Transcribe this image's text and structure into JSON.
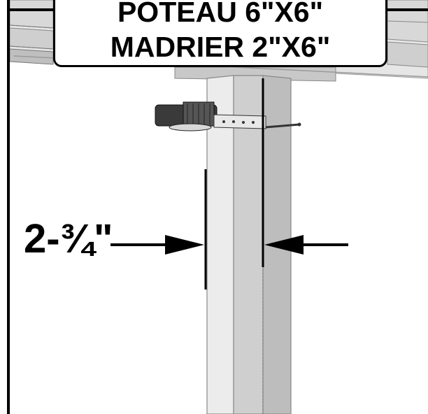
{
  "label": {
    "line1": "POTEAU 6\"X6\"",
    "line2": "MADRIER 2\"X6\""
  },
  "dimension": {
    "text": "2-¾\""
  },
  "colors": {
    "ink": "#000000",
    "post_light": "#ececec",
    "post_mid": "#cfcfcf",
    "post_dark": "#bdbdbd",
    "joist": "#e2e2e2",
    "light_fixture": "#3a3a3a"
  },
  "icons": {
    "arrow_left": "arrow-right-icon",
    "arrow_right": "arrow-left-icon",
    "light": "ceiling-light-icon"
  }
}
